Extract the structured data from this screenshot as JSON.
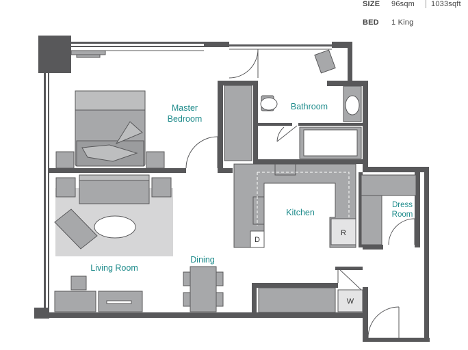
{
  "specs": {
    "size_label": "SIZE",
    "size_sqm": "96sqm",
    "size_sqft": "1033sqft",
    "bed_label": "BED",
    "bed_value": "1 King"
  },
  "rooms": {
    "master_line1": "Master",
    "master_line2": "Bedroom",
    "bathroom": "Bathroom",
    "kitchen": "Kitchen",
    "dress_line1": "Dress",
    "dress_line2": "Room",
    "living": "Living Room",
    "dining": "Dining"
  },
  "appliances": {
    "dishwasher": "D",
    "refrigerator": "R",
    "washer": "W"
  },
  "colors": {
    "wall": "#58585a",
    "fixture": "#a7a8aa",
    "rug": "#d6d6d7",
    "label": "#1c8a8a"
  }
}
